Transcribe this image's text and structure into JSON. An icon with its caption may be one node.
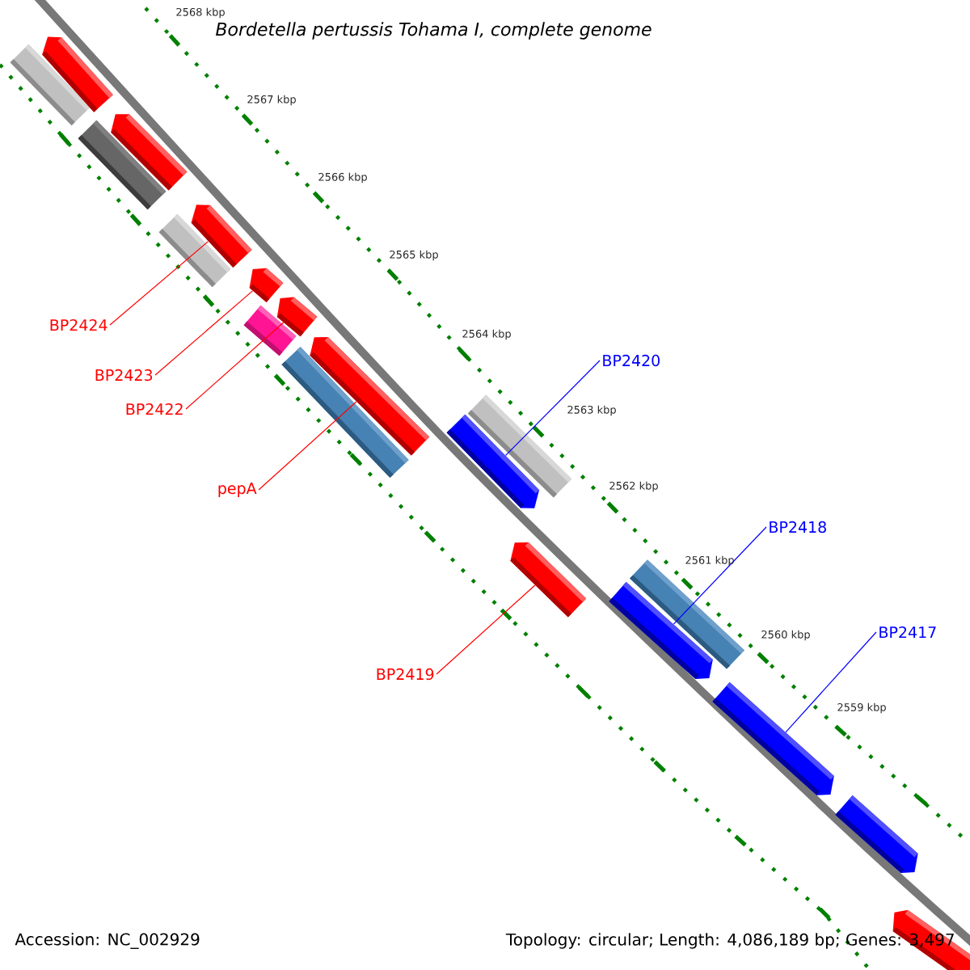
{
  "diagram": {
    "title": "Bordetella pertussis Tohama I, complete genome",
    "nodes": [
      {
        "text": [
          "BP2424"
        ]
      },
      {
        "text": [
          "BP2423"
        ]
      },
      {
        "text": [
          "BP2422"
        ]
      },
      {
        "text": [
          "pepA"
        ]
      },
      {
        "text": [
          "BP2419"
        ]
      },
      {
        "text": [
          "BP2420"
        ]
      },
      {
        "text": [
          "BP2418"
        ]
      },
      {
        "text": [
          "BP2417"
        ]
      },
      {
        "text": [],
        "shape": "bar"
      },
      {
        "text": [],
        "shape": "arrow"
      },
      {
        "text": [],
        "shape": "bar"
      },
      {
        "text": [],
        "shape": "arrow"
      },
      {
        "text": [],
        "shape": "bar"
      },
      {
        "text": [],
        "shape": "arrow"
      },
      {
        "text": [],
        "shape": "arrow"
      },
      {
        "text": [],
        "shape": "bar"
      },
      {
        "text": [],
        "shape": "arrow"
      },
      {
        "text": [],
        "shape": "bar"
      },
      {
        "text": [],
        "shape": "arrow"
      },
      {
        "text": [],
        "shape": "arrow"
      },
      {
        "text": [],
        "shape": "bar"
      },
      {
        "text": [],
        "shape": "arrow"
      },
      {
        "text": [],
        "shape": "arrow"
      },
      {
        "text": [],
        "shape": "bar"
      },
      {
        "text": [],
        "shape": "arrow"
      },
      {
        "text": [],
        "shape": "arrow"
      },
      {
        "text": [],
        "shape": "arrow"
      }
    ],
    "edges": [
      {
        "from": 0,
        "to": 13,
        "arrow": "none",
        "color": "#ff0000"
      },
      {
        "from": 1,
        "to": 14,
        "arrow": "none",
        "color": "#ff0000"
      },
      {
        "from": 2,
        "to": 16,
        "arrow": "none",
        "color": "#ff0000"
      },
      {
        "from": 3,
        "to": 18,
        "arrow": "none",
        "color": "#ff0000"
      },
      {
        "from": 4,
        "to": 21,
        "arrow": "none",
        "color": "#ff0000"
      },
      {
        "from": 5,
        "to": 19,
        "arrow": "none",
        "color": "#0000ff"
      },
      {
        "from": 6,
        "to": 22,
        "arrow": "none",
        "color": "#0000ff"
      },
      {
        "from": 7,
        "to": 24,
        "arrow": "none",
        "color": "#0000ff"
      }
    ],
    "labels": [
      "2568 kbp",
      "2567 kbp",
      "2566 kbp",
      "2565 kbp",
      "2564 kbp",
      "2563 kbp",
      "2562 kbp",
      "2561 kbp",
      "2560 kbp",
      "2559 kbp",
      "Accession: NC_002929",
      "Topology: circular; Length: 4,086,189 bp; Genes: 3,497"
    ]
  }
}
